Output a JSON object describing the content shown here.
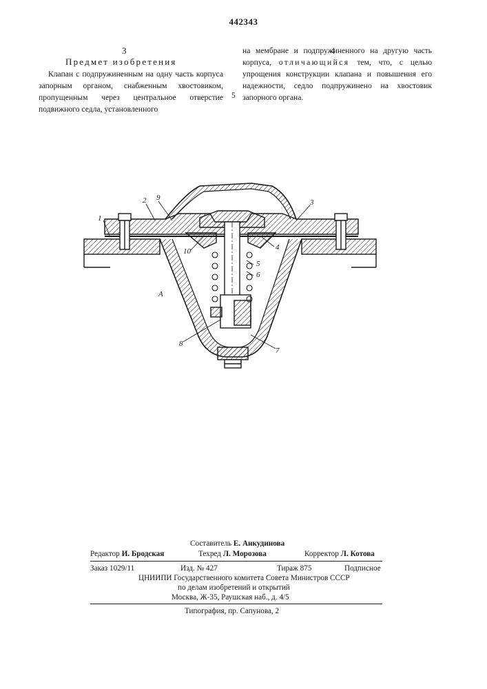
{
  "header": {
    "patent_number": "442343",
    "col_left_number": "3",
    "col_right_number": "4",
    "section_title": "Предмет изобретения"
  },
  "body_text": {
    "left_column": "Клапан с подпружиненным на одну часть корпуса запорным органом, снабженным хвостовиком, пропущенным через центральное отверстие подвижного седла, установленного",
    "right_column_1": "на мембране и подпружиненного на другую часть корпуса,",
    "right_column_spaced": "отличающийся",
    "right_column_2": "тем, что, с целью упрощения конструкции клапана и повышения его надежности, седло подпружинено на хвостовик запорного органа.",
    "line_marker": "5"
  },
  "drawing_labels": {
    "l1": "1",
    "l2": "2",
    "l9": "9",
    "l3": "3",
    "l10": "10",
    "l4": "4",
    "l5": "5",
    "l6": "6",
    "lA": "А",
    "l8": "8",
    "l7": "7"
  },
  "credits": {
    "compiler_label": "Составитель",
    "compiler_name": "Е. Анкудинова",
    "editor_label": "Редактор",
    "editor_name": "И. Бродская",
    "techred_label": "Техред",
    "techred_name": "Л. Морозова",
    "corrector_label": "Корректор",
    "corrector_name": "Л. Котова",
    "order": "Заказ 1029/11",
    "edition": "Изд. № 427",
    "print_run": "Тираж 875",
    "subscription": "Подписное",
    "institute": "ЦНИИПИ Государственного комитета Совета Министров СССР",
    "institute_2": "по делам изобретений и открытий",
    "address": "Москва, Ж-35, Раушская наб., д. 4/5",
    "typography": "Типография, пр. Сапунова, 2"
  }
}
